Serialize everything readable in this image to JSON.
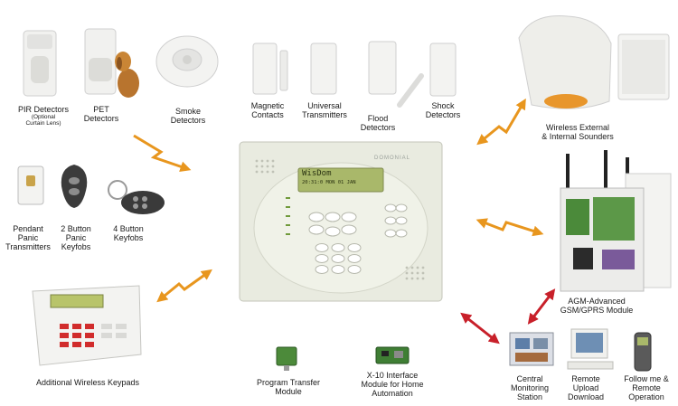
{
  "panel": {
    "brand": "DOMONIAL",
    "lcd_line1": "WisDom",
    "lcd_line2": "20:31:0   MON  01 JAN"
  },
  "devices": {
    "pir": {
      "label": "PIR Detectors",
      "sub": "(Optional",
      "sub2": "Curtain Lens)"
    },
    "pet": {
      "label1": "PET",
      "label2": "Detectors"
    },
    "smoke": {
      "label1": "Smoke",
      "label2": "Detectors"
    },
    "magnetic": {
      "label1": "Magnetic",
      "label2": "Contacts"
    },
    "universal": {
      "label1": "Universal",
      "label2": "Transmitters"
    },
    "flood": {
      "label1": "Flood",
      "label2": "Detectors"
    },
    "shock": {
      "label1": "Shock",
      "label2": "Detectors"
    },
    "sounders": {
      "label1": "Wireless External",
      "label2": "& Internal Sounders"
    },
    "pendant": {
      "label1": "Pendant",
      "label2": "Panic",
      "label3": "Transmitters"
    },
    "keyfob2": {
      "label1": "2 Button",
      "label2": "Panic",
      "label3": "Keyfobs"
    },
    "keyfob4": {
      "label1": "4 Button",
      "label2": "Keyfobs"
    },
    "gsm": {
      "label1": "AGM-Advanced",
      "label2": "GSM/GPRS Module"
    },
    "keypads": {
      "label": "Additional Wireless Keypads"
    },
    "program": {
      "label1": "Program Transfer",
      "label2": "Module"
    },
    "x10": {
      "label1": "X-10 Interface",
      "label2": "Module for Home",
      "label3": "Automation"
    },
    "central": {
      "label1": "Central",
      "label2": "Monitoring",
      "label3": "Station"
    },
    "remote": {
      "label1": "Remote",
      "label2": "Upload",
      "label3": "Download"
    },
    "follow": {
      "label1": "Follow me &",
      "label2": "Remote",
      "label3": "Operation"
    }
  },
  "colors": {
    "orange_arrow": "#e8961e",
    "red_arrow": "#c8202a",
    "panel_body": "#e9ebe0",
    "lcd": "#a9b86a"
  }
}
